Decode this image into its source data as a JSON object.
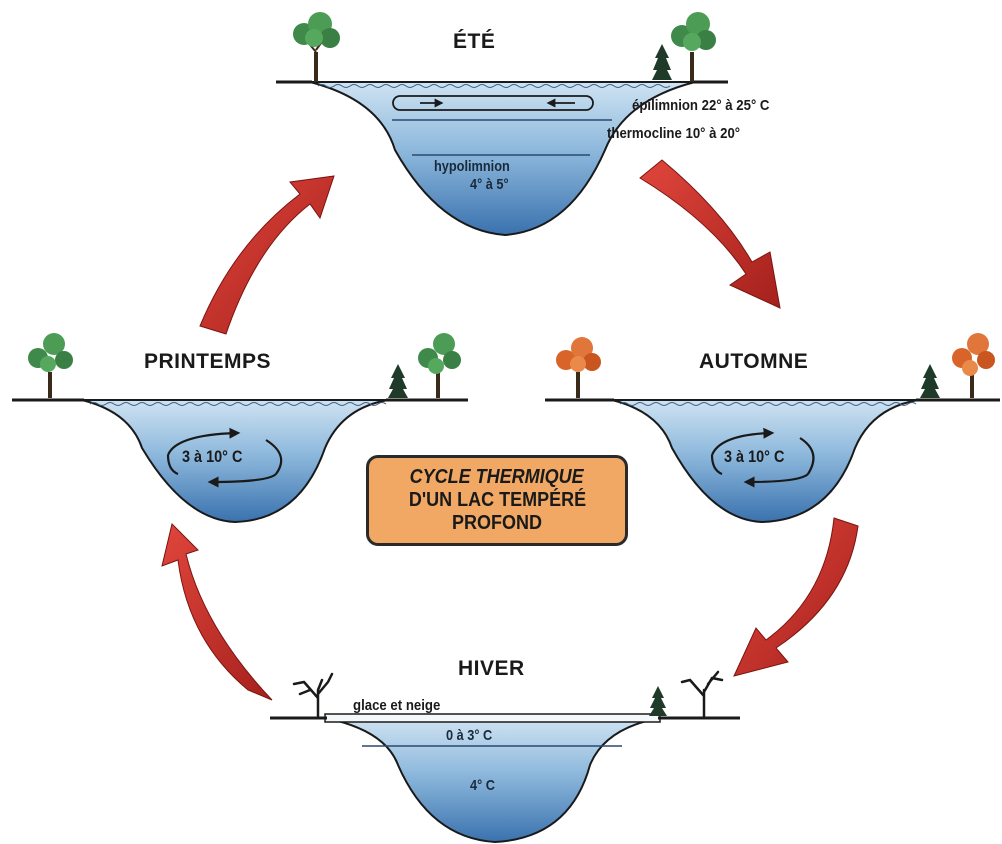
{
  "title": {
    "line_1": "CYCLE THERMIQUE",
    "line_2": "D'UN LAC TEMPÉRÉ",
    "line_3": "PROFOND"
  },
  "seasons": {
    "ete": {
      "name": "ÉTÉ",
      "epilimnion": "épilimnion  22° à 25° C",
      "thermocline": "thermocline  10° à 20°",
      "hypolimnion": "hypolimnion",
      "hypolimnion_temp": "4° à 5°"
    },
    "automne": {
      "name": "AUTOMNE",
      "temp": "3 à 10° C"
    },
    "hiver": {
      "name": "HIVER",
      "ice_label": "glace et neige",
      "top_temp": "0 à 3° C",
      "bottom_temp": "4° C"
    },
    "printemps": {
      "name": "PRINTEMPS",
      "temp": "3 à 10° C"
    }
  },
  "colors": {
    "water_top": "#bcd8ee",
    "water_bottom": "#3e78b4",
    "arrow_red": "#c8302a",
    "ground": "#1a1a1a",
    "title_box": "#f0a864",
    "tree_green": "#3f8a4a",
    "tree_autumn": "#d8642a",
    "pine": "#1f3a28"
  },
  "icons": {
    "summer_trees": "deciduous-tree-green",
    "autumn_trees": "deciduous-tree-orange",
    "winter_trees": "bare-tree",
    "pine": "pine-tree"
  }
}
